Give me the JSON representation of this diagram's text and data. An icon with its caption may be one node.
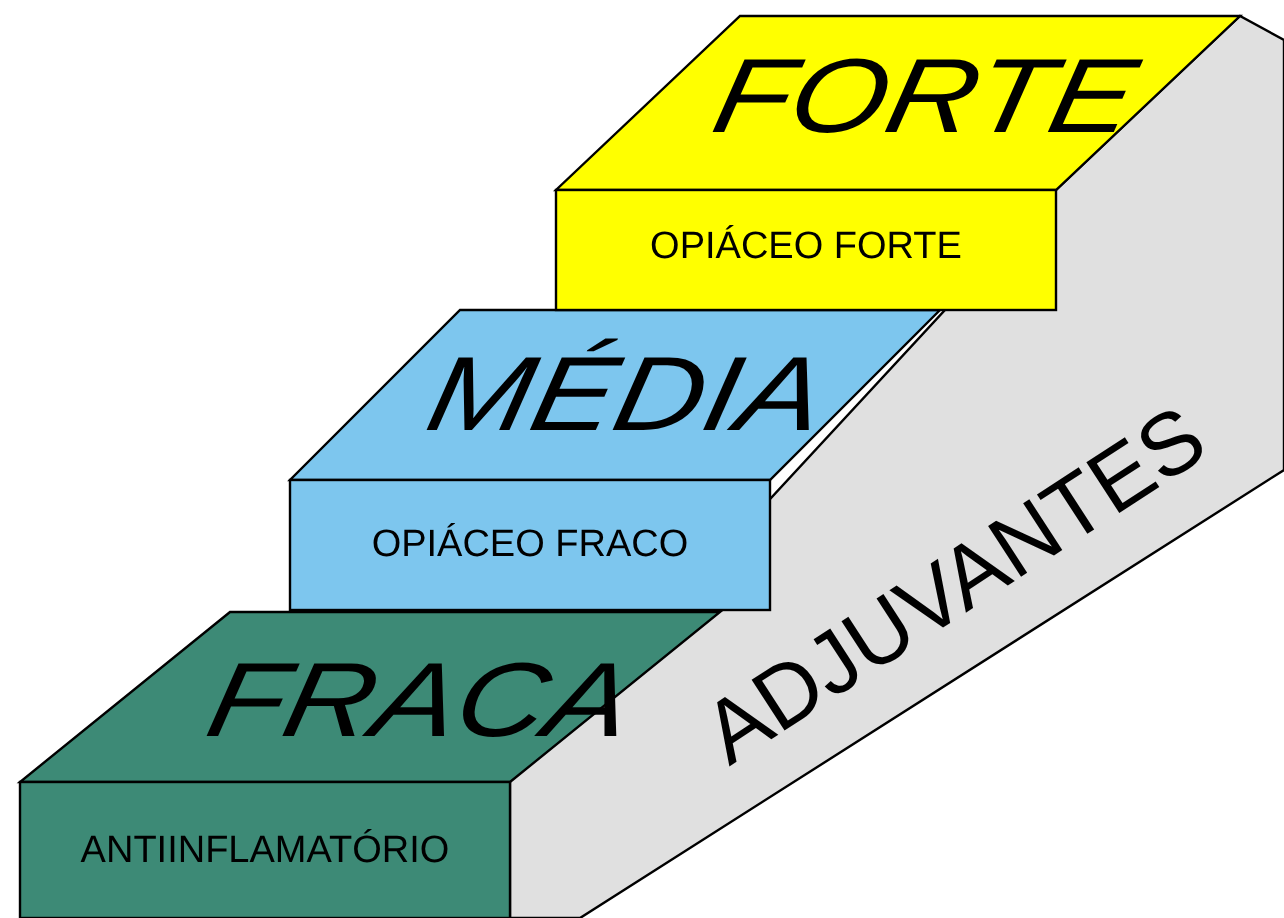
{
  "diagram": {
    "nodes": [
      {
        "text": [
          "FORTE",
          "OPIÁCEO FORTE"
        ]
      },
      {
        "text": [
          "MÉDIA",
          "OPIÁCEO FRACO"
        ]
      },
      {
        "text": [
          "FRACA",
          "ANTIINFLAMATÓRIO"
        ]
      },
      {
        "text": [
          "ADJUVANTES"
        ]
      }
    ]
  }
}
